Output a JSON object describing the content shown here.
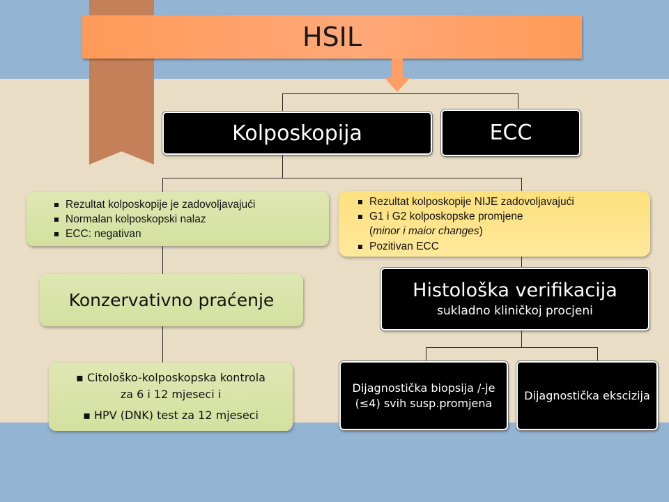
{
  "slide": {
    "title": "HSIL",
    "colors": {
      "band_blue": "#93b4d2",
      "band_beige": "#e9dec5",
      "ribbon": "#c48159",
      "title_bar": "#ffa070",
      "green_box": "#d8e3a8",
      "yellow_box": "#fde48a",
      "black_box": "#000000"
    }
  },
  "level1": {
    "left_label": "Kolposkopija",
    "right_label": "ECC"
  },
  "conditions": {
    "satisfactory": {
      "items": [
        "Rezultat kolposkopije je zadovoljavajući",
        "Normalan kolposkopski nalaz",
        "ECC: negativan"
      ]
    },
    "unsatisfactory": {
      "items": [
        "Rezultat kolposkopije NIJE zadovoljavajući",
        "G1 i G2 kolposkopske promjene",
        "Pozitivan ECC"
      ],
      "continuation_open": "(",
      "continuation_italic": "minor i maior changes",
      "continuation_close": ")"
    }
  },
  "conservative": {
    "label": "Konzervativno praćenje",
    "followup_line1": "Citološko-kolposkopska kontrola",
    "followup_line2": "za 6 i 12 mjeseci i",
    "followup_line3": "HPV (DNK) test za 12 mjeseci"
  },
  "histology": {
    "title": "Histološka verifikacija",
    "subtitle": "sukladno kliničkoj procjeni",
    "biopsy_line1": "Dijagnostička biopsija /-je",
    "biopsy_line2": "(≤4) svih susp.promjena",
    "excision": "Dijagnostička ekscizija"
  }
}
